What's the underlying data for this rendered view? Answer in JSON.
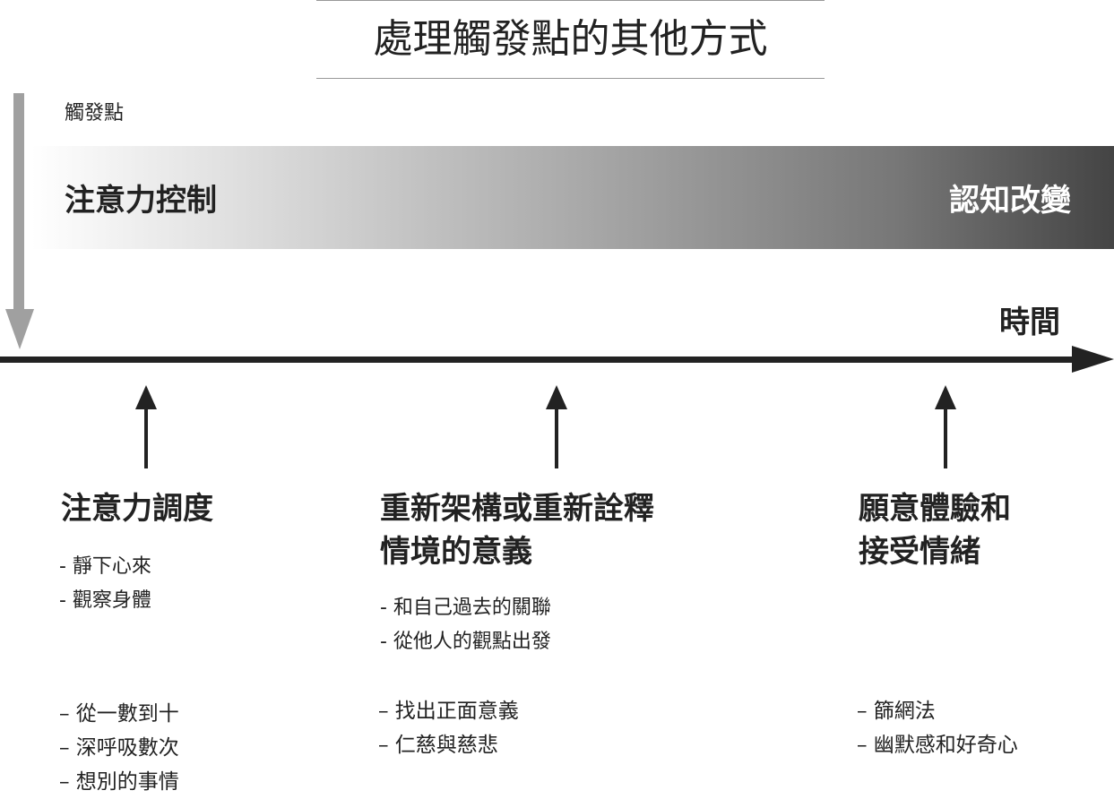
{
  "title": "處理觸發點的其他方式",
  "trigger_label": "觸發點",
  "band": {
    "left": "注意力控制",
    "right": "認知改變"
  },
  "time_label": "時間",
  "columns": [
    {
      "heading": [
        "注意力調度"
      ],
      "items_a": [
        "- 靜下心來",
        "- 觀察身體"
      ],
      "items_b": [
        "– 從一數到十",
        "– 深呼吸數次",
        "– 想別的事情"
      ]
    },
    {
      "heading": [
        "重新架構或重新詮釋",
        "情境的意義"
      ],
      "items_a": [
        "- 和自己過去的關聯",
        "- 從他人的觀點出發"
      ],
      "items_b": [
        "– 找出正面意義",
        "– 仁慈與慈悲"
      ]
    },
    {
      "heading": [
        "願意體驗和",
        "接受情緒"
      ],
      "items_a": [],
      "items_b": [
        "– 篩網法",
        "– 幽默感和好奇心"
      ]
    }
  ]
}
